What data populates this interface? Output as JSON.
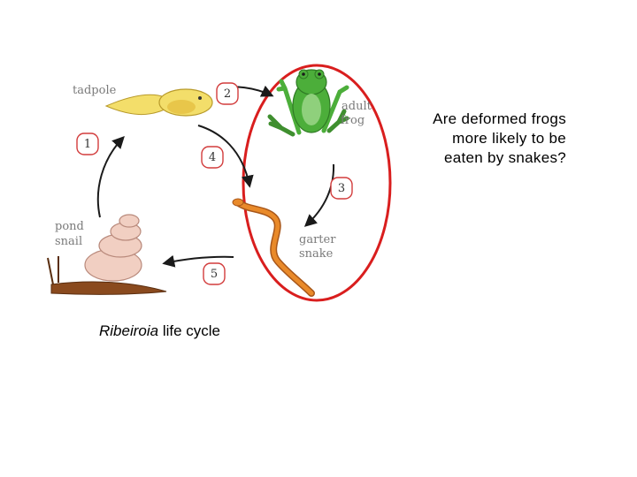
{
  "diagram": {
    "stage_labels": {
      "tadpole": "tadpole",
      "adult_frog": [
        "adult",
        "frog"
      ],
      "garter_snake": [
        "garter",
        "snake"
      ],
      "pond_snail": [
        "pond",
        "snail"
      ]
    },
    "step_numbers": [
      "1",
      "2",
      "3",
      "4",
      "5"
    ],
    "question_lines": [
      "Are deformed frogs",
      "more likely to be",
      "eaten by snakes?"
    ],
    "caption": {
      "species": "Ribeiroia",
      "rest": "life cycle"
    },
    "colors": {
      "highlight_ellipse": "#d91e1e",
      "badge_outline": "#d23c3c",
      "frog": "#4cae3a",
      "snake": "#e98a2a",
      "tadpole": "#f3de6a",
      "snail_shell": "#f1cfc2",
      "snail_body": "#8a4a1e"
    }
  }
}
